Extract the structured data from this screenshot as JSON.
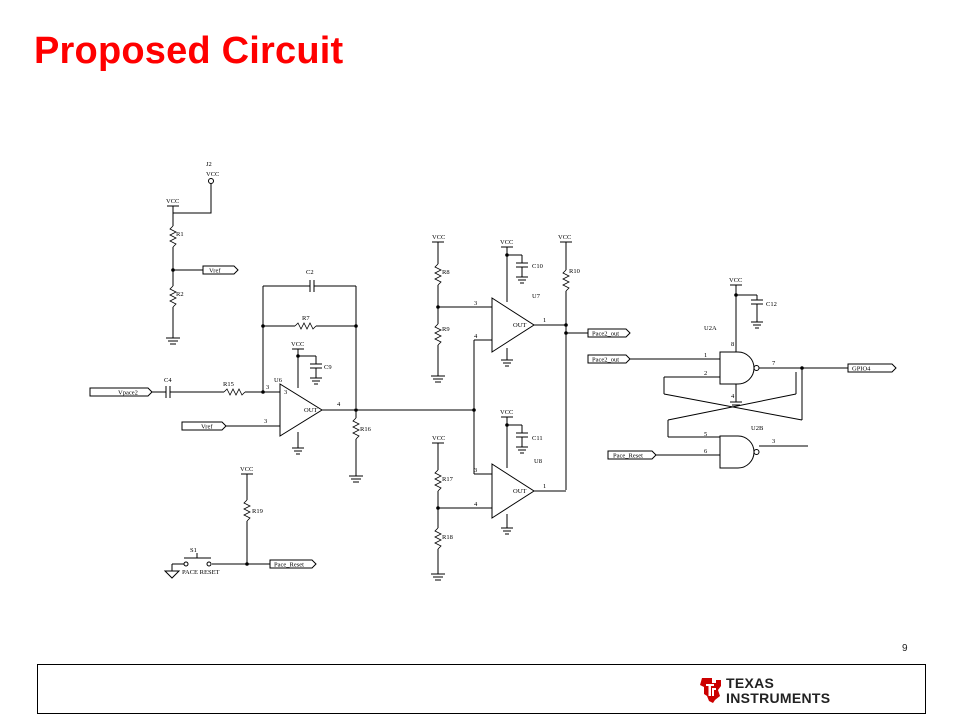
{
  "slide": {
    "title": "Proposed Circuit",
    "page_number": "9",
    "logo": {
      "line1": "Texas",
      "line2": "Instruments",
      "brand_color": "#cc0000"
    }
  },
  "schematic": {
    "labels": {
      "j2": "J2",
      "vcc": "VCC",
      "r1": "R1",
      "r2": "R2",
      "r7": "R7",
      "r8": "R8",
      "r9": "R9",
      "r10": "R10",
      "r15": "R15",
      "r16": "R16",
      "r17": "R17",
      "r18": "R18",
      "r19": "R19",
      "c2": "C2",
      "c4": "C4",
      "c9": "C9",
      "c10": "C10",
      "c11": "C11",
      "c12": "C12",
      "u6": "U6",
      "u7": "U7",
      "u8": "U8",
      "u2a": "U2A",
      "u2b": "U2B",
      "s1": "S1",
      "page_reset": "PACE RESET",
      "out": "OUT"
    },
    "nets": {
      "vref": "Vref",
      "vpace2": "Vpace2",
      "pace2_out": "Pace2_out",
      "pace_reset": "Pace_Reset",
      "gpio4": "GPIO4"
    },
    "pins": {
      "p1": "1",
      "p2": "2",
      "p3": "3",
      "p4": "4",
      "p5": "5",
      "p6": "6",
      "p7": "7",
      "p8": "8"
    }
  }
}
